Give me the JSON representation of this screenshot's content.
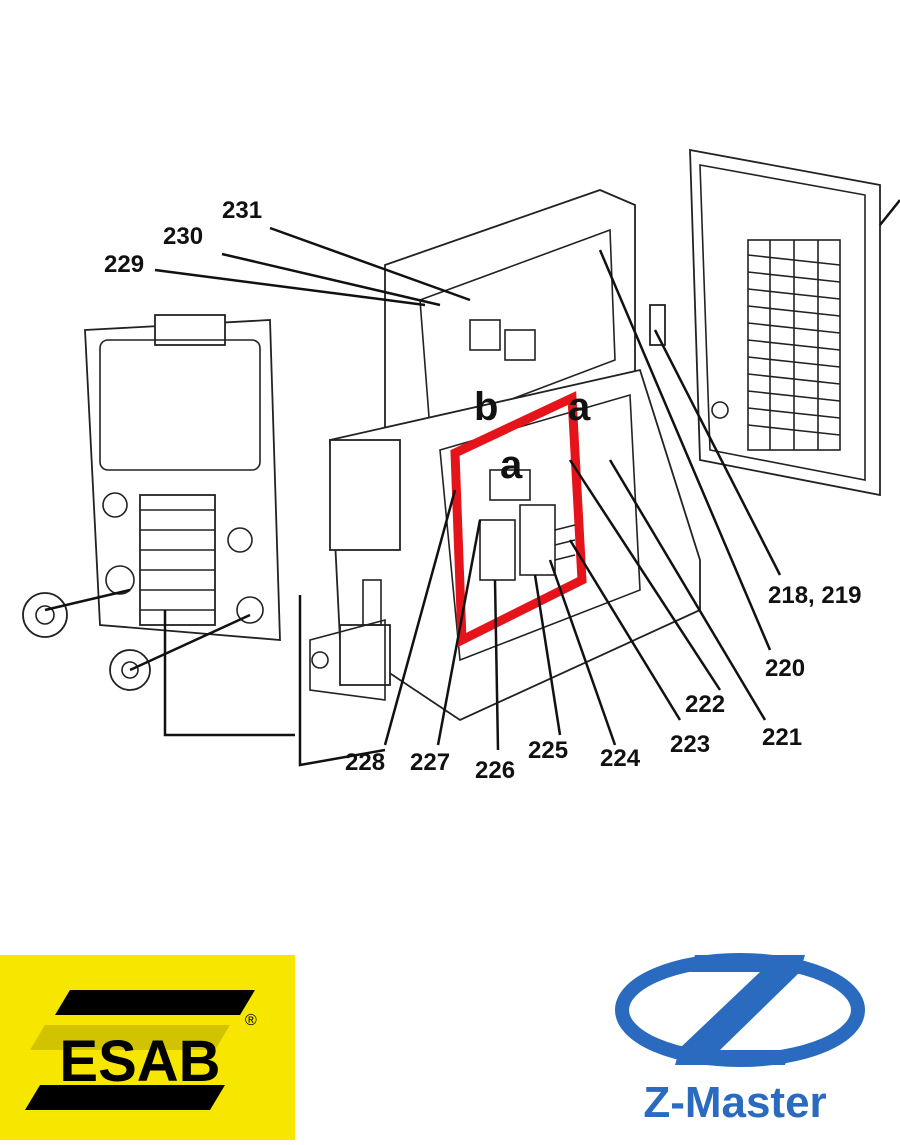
{
  "diagram": {
    "part_labels": {
      "p231": "231",
      "p230": "230",
      "p229": "229",
      "p218_219": "218, 219",
      "p220": "220",
      "p221": "221",
      "p222": "222",
      "p223": "223",
      "p224": "224",
      "p225": "225",
      "p226": "226",
      "p227": "227",
      "p228": "228"
    },
    "letter_labels": {
      "b": "b",
      "a_top": "a",
      "a_inner": "a"
    },
    "highlight_color": "#e5141b"
  },
  "logos": {
    "esab": {
      "text": "ESAB",
      "registered": "®",
      "background": "#f7e600",
      "color": "#000000"
    },
    "zmaster": {
      "text": "Z-Master",
      "color": "#2a6bbf"
    }
  }
}
